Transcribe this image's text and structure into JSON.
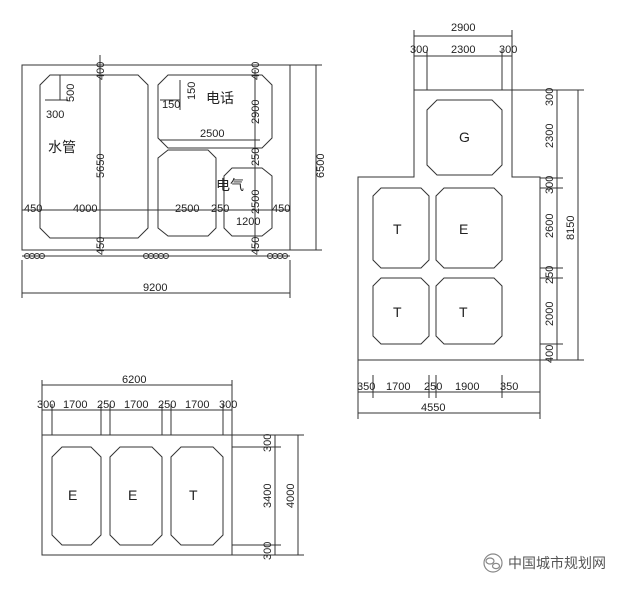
{
  "diagram_a": {
    "labels": {
      "water": "水管",
      "phone": "电话",
      "power": "电气"
    },
    "dims": {
      "width_total": "9200",
      "height_total": "6500",
      "top_cover": "400",
      "top_500": "500",
      "top_300": "300",
      "water_height": "5650",
      "bottom_cover": "450",
      "bottom_cover_2": "450",
      "left_wall": "450",
      "water_width": "4000",
      "phone_150_a": "150",
      "phone_150_b": "150",
      "phone_top_400": "400",
      "phone_height": "2900",
      "phone_width": "2500",
      "power_250_top": "250",
      "power_height": "2500",
      "power_width": "1200",
      "bottom_2500": "2500",
      "bottom_250": "250",
      "right_wall": "450"
    }
  },
  "diagram_b": {
    "cells": [
      "G",
      "T",
      "E",
      "T",
      "T"
    ],
    "dims": {
      "top_total": "2900",
      "top_300_l": "300",
      "top_2300": "2300",
      "top_300_r": "300",
      "r_300_a": "300",
      "r_2300": "2300",
      "r_300_b": "300",
      "r_2600": "2600",
      "r_250": "250",
      "r_2000": "2000",
      "r_400": "400",
      "r_total": "8150",
      "b_350_l": "350",
      "b_1700": "1700",
      "b_250": "250",
      "b_1900": "1900",
      "b_350_r": "350",
      "b_total": "4550"
    }
  },
  "diagram_c": {
    "cells": [
      "E",
      "E",
      "T"
    ],
    "dims": {
      "top_total": "6200",
      "t_300_l": "300",
      "t_1700_a": "1700",
      "t_250_a": "250",
      "t_1700_b": "1700",
      "t_250_b": "250",
      "t_1700_c": "1700",
      "t_300_r": "300",
      "r_300_a": "300",
      "r_3400": "3400",
      "r_300_b": "300",
      "r_total": "4000"
    }
  },
  "watermark": {
    "text": "中国城市规划网",
    "icon": "wechat-icon"
  }
}
